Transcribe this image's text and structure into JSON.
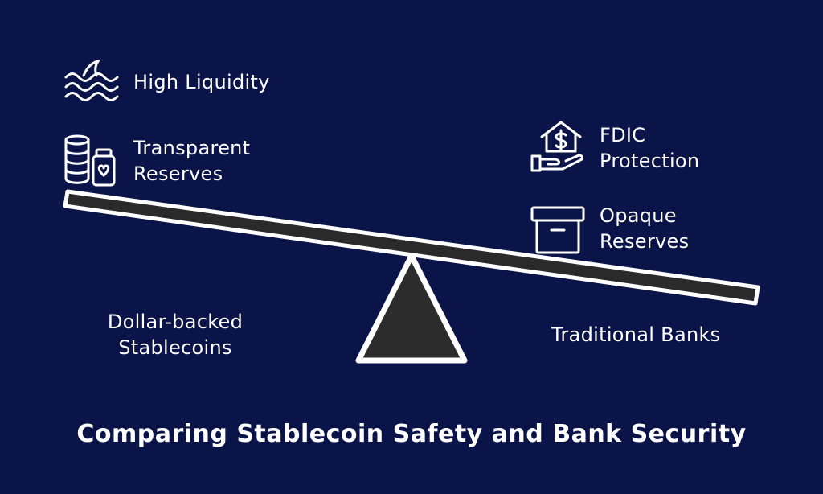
{
  "title": "Comparing Stablecoin Safety and Bank Security",
  "left_side": {
    "name": "Dollar-backed Stablecoins",
    "features": [
      {
        "label": "High Liquidity",
        "icon": "water-waves-icon"
      },
      {
        "label": "Transparent Reserves",
        "icon": "coins-and-jar-icon"
      }
    ]
  },
  "right_side": {
    "name": "Traditional Banks",
    "features": [
      {
        "label": "FDIC Protection",
        "icon": "house-dollar-hand-icon"
      },
      {
        "label": "Opaque Reserves",
        "icon": "closed-box-icon"
      }
    ]
  },
  "colors": {
    "background": "#0b1449",
    "foreground": "#ffffff",
    "plank_fill": "#2a2a2a",
    "fulcrum_fill": "#2c2c2c"
  }
}
